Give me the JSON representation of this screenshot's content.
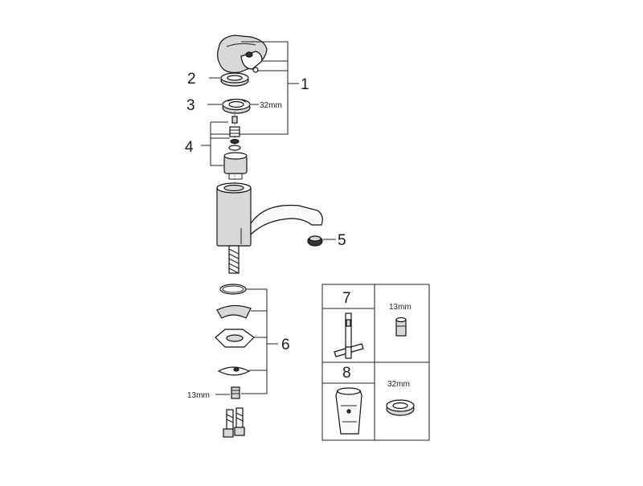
{
  "callouts": {
    "c1": "1",
    "c2": "2",
    "c3": "3",
    "c4": "4",
    "c5": "5",
    "c6": "6"
  },
  "dimensions": {
    "nut_32": "32mm",
    "hose_13": "13mm"
  },
  "tools_box": {
    "tool7_label": "7",
    "tool7_wrench": "13mm",
    "tool8_label": "8",
    "tool8_wrench": "32mm"
  }
}
